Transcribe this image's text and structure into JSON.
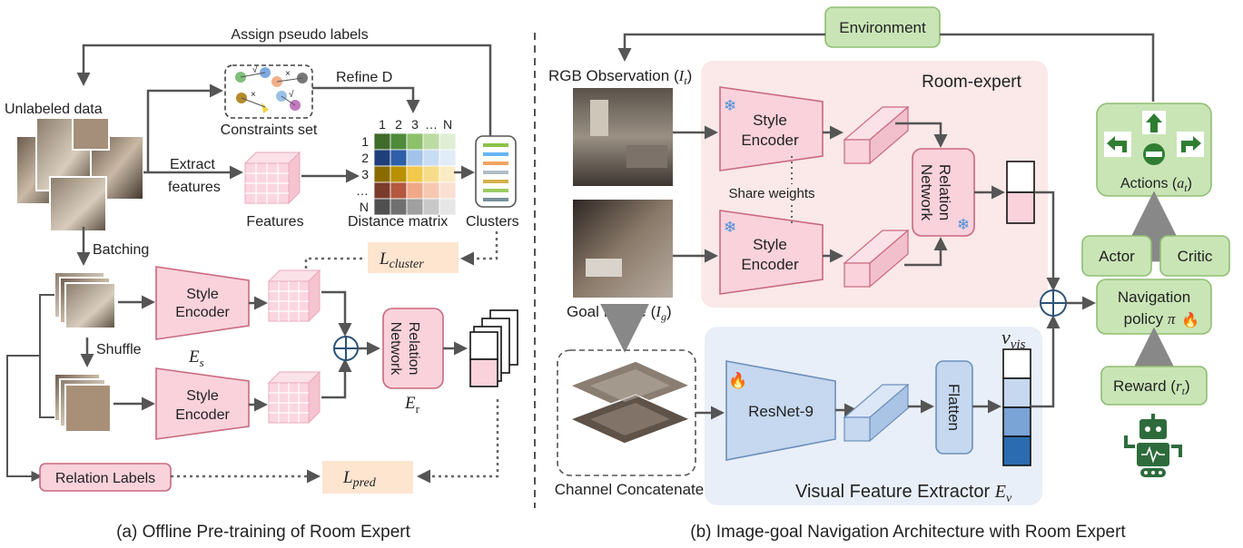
{
  "colors": {
    "pink_fill": "#f9d2dc",
    "pink_stroke": "#c9697f",
    "green_fill": "#c9e5b6",
    "green_stroke": "#8fbf73",
    "blue_fill": "#c5d8ef",
    "blue_stroke": "#6d8fbd",
    "room_bg": "#fbe8e8",
    "vis_bg": "#e9eff8",
    "loss_fill": "#fde5d0",
    "plus_stroke": "#2c5278",
    "robot": "#2e6b3c",
    "fire": "#e8463c",
    "snow": "#4a8fd8"
  },
  "icons": [
    "snowflake-icon",
    "fire-icon",
    "robot-icon",
    "arrow-up-icon",
    "arrow-left-icon",
    "arrow-right-icon",
    "stop-icon"
  ],
  "left": {
    "assign_pseudo_labels": "Assign pseudo labels",
    "unlabeled_data": "Unlabeled data",
    "constraints_set": "Constraints set",
    "refine_d": "Refine D",
    "extract_line1": "Extract",
    "extract_line2": "features",
    "features": "Features",
    "matrix_col_labels": [
      "1",
      "2",
      "3",
      "…",
      "N"
    ],
    "matrix_row_labels": [
      "1",
      "2",
      "3",
      "…",
      "N"
    ],
    "distance_matrix": "Distance matrix",
    "clusters": "Clusters",
    "batching": "Batching",
    "shuffle": "Shuffle",
    "style_encoder_line1": "Style",
    "style_encoder_line2": "Encoder",
    "relation_network_line1": "Relation",
    "relation_network_line2": "Network",
    "es": "E",
    "es_sub": "s",
    "er": "E",
    "er_sub": "r",
    "l_cluster": "L",
    "l_cluster_sub": "cluster",
    "l_pred": "L",
    "l_pred_sub": "pred",
    "relation_labels": "Relation Labels",
    "caption": "(a) Offline Pre-training of Room Expert"
  },
  "right": {
    "environment": "Environment",
    "rgb_observation": "RGB Observation (",
    "rgb_var": "I",
    "rgb_sub": "t",
    "room_expert": "Room-expert",
    "style_encoder_line1": "Style",
    "style_encoder_line2": "Encoder",
    "share_weights": "Share weights",
    "relation_network_line1": "Relation",
    "relation_network_line2": "Network",
    "goal_image": "Goal Image (",
    "goal_var": "I",
    "goal_sub": "g",
    "resnet": "ResNet-9",
    "flatten": "Flatten",
    "v_vis": "v",
    "v_vis_sub": "vis",
    "channel_concat": "Channel Concatenate",
    "vfe": "Visual Feature Extractor ",
    "vfe_var": "E",
    "vfe_sub": "v",
    "actions": "Actions (",
    "actions_var": "a",
    "actions_sub": "t",
    "actor": "Actor",
    "critic": "Critic",
    "nav_policy_line1": "Navigation",
    "nav_policy_line2": "policy ",
    "nav_policy_var": "π",
    "reward": "Reward (",
    "reward_var": "r",
    "reward_sub": "t",
    "caption": "(b) Image-goal Navigation Architecture with Room Expert"
  }
}
